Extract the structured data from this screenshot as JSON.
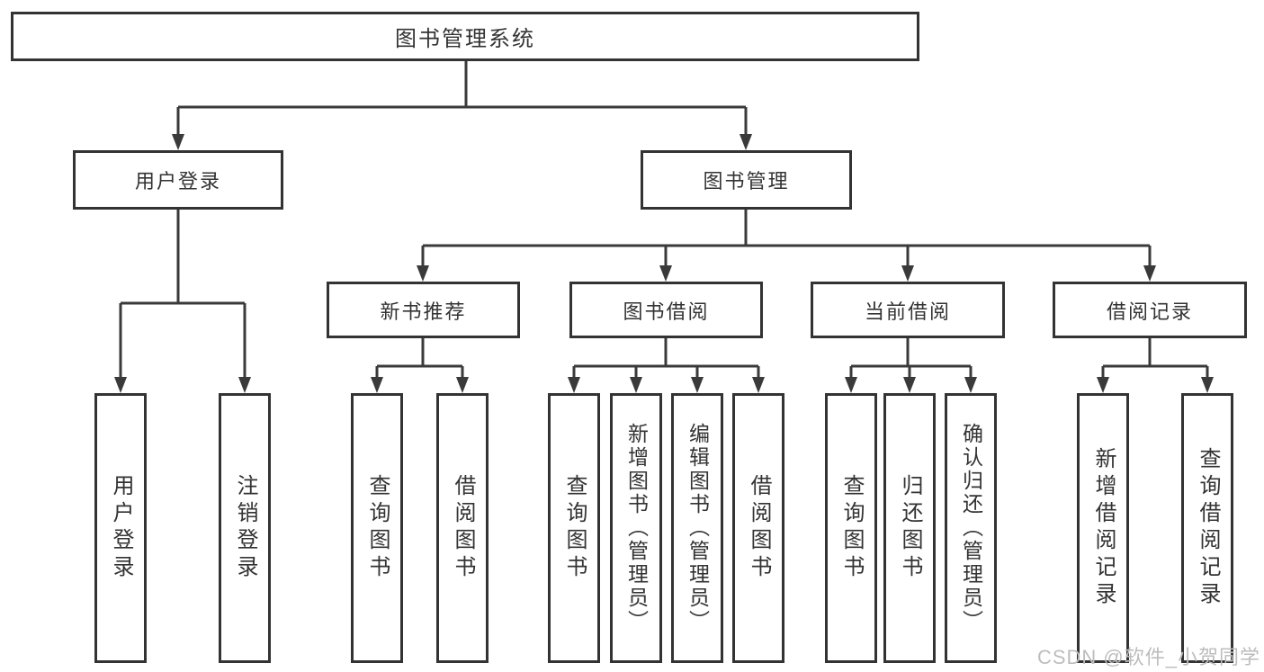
{
  "diagram": {
    "root": {
      "label": "图书管理系统"
    },
    "branches": {
      "user_login": {
        "label": "用户登录",
        "children": [
          {
            "label": "用户登录"
          },
          {
            "label": "注销登录"
          }
        ]
      },
      "book_mgmt": {
        "label": "图书管理",
        "groups": [
          {
            "label": "新书推荐",
            "children": [
              {
                "label": "查询图书"
              },
              {
                "label": "借阅图书"
              }
            ]
          },
          {
            "label": "图书借阅",
            "children": [
              {
                "label": "查询图书"
              },
              {
                "label": "新增图书（管理员）"
              },
              {
                "label": "编辑图书（管理员）"
              },
              {
                "label": "借阅图书"
              }
            ]
          },
          {
            "label": "当前借阅",
            "children": [
              {
                "label": "查询图书"
              },
              {
                "label": "归还图书"
              },
              {
                "label": "确认归还（管理员）"
              }
            ]
          },
          {
            "label": "借阅记录",
            "children": [
              {
                "label": "新增借阅记录"
              },
              {
                "label": "查询借阅记录"
              }
            ]
          }
        ]
      }
    },
    "colors": {
      "background": "#ffffff",
      "line": "#3a3a3a",
      "border": "#333333",
      "text": "#333333",
      "watermark": "#bdbdbd"
    }
  },
  "watermark": {
    "text": "CSDN @软件_小贺同学"
  }
}
